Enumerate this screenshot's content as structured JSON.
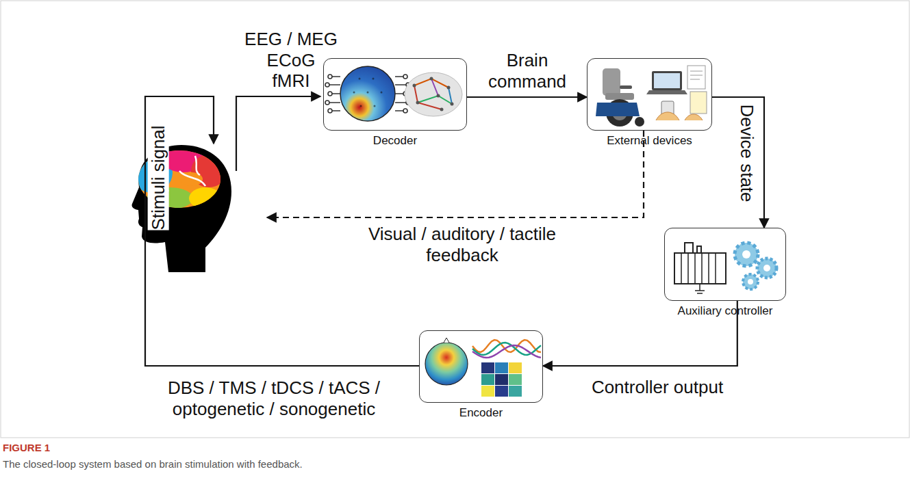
{
  "diagram": {
    "caption": "The closed-loop system based on brain stimulation with feedback.",
    "nodes": [
      {
        "text": [
          "Decoder"
        ]
      },
      {
        "text": [
          "External devices"
        ]
      },
      {
        "text": [
          "Auxiliary controller"
        ]
      },
      {
        "text": [
          "Encoder"
        ]
      }
    ],
    "edges": [
      {
        "from": 0,
        "to": 1,
        "arrow": "to",
        "label": "Brain command"
      },
      {
        "from": 1,
        "to": 2,
        "arrow": "to",
        "label": "Device state"
      },
      {
        "from": 2,
        "to": 3,
        "arrow": "to",
        "label": "Controller output"
      }
    ],
    "labels": [
      "EEG / MEG",
      "ECoG",
      "fMRI",
      "Stimuli signal",
      "Visual / auditory / tactile",
      "feedback",
      "DBS / TMS / tDCS / tACS /",
      "optogenetic / sonogenetic",
      "FIGURE 1"
    ]
  }
}
